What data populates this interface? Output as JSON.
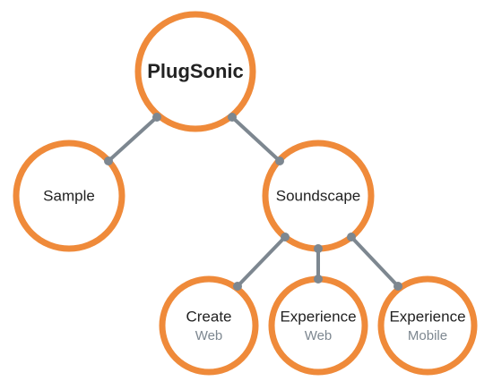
{
  "colors": {
    "node_stroke": "#ef8a3a",
    "edge": "#7d8790",
    "text": "#222222",
    "subtext": "#7d8790"
  },
  "nodes": {
    "root": {
      "label": "PlugSonic"
    },
    "sample": {
      "label": "Sample"
    },
    "soundscape": {
      "label": "Soundscape"
    },
    "create_web": {
      "label": "Create",
      "sublabel": "Web"
    },
    "experience_web": {
      "label": "Experience",
      "sublabel": "Web"
    },
    "experience_mobile": {
      "label": "Experience",
      "sublabel": "Mobile"
    }
  },
  "edges": [
    {
      "from": "root",
      "to": "sample"
    },
    {
      "from": "root",
      "to": "soundscape"
    },
    {
      "from": "soundscape",
      "to": "create_web"
    },
    {
      "from": "soundscape",
      "to": "experience_web"
    },
    {
      "from": "soundscape",
      "to": "experience_mobile"
    }
  ]
}
